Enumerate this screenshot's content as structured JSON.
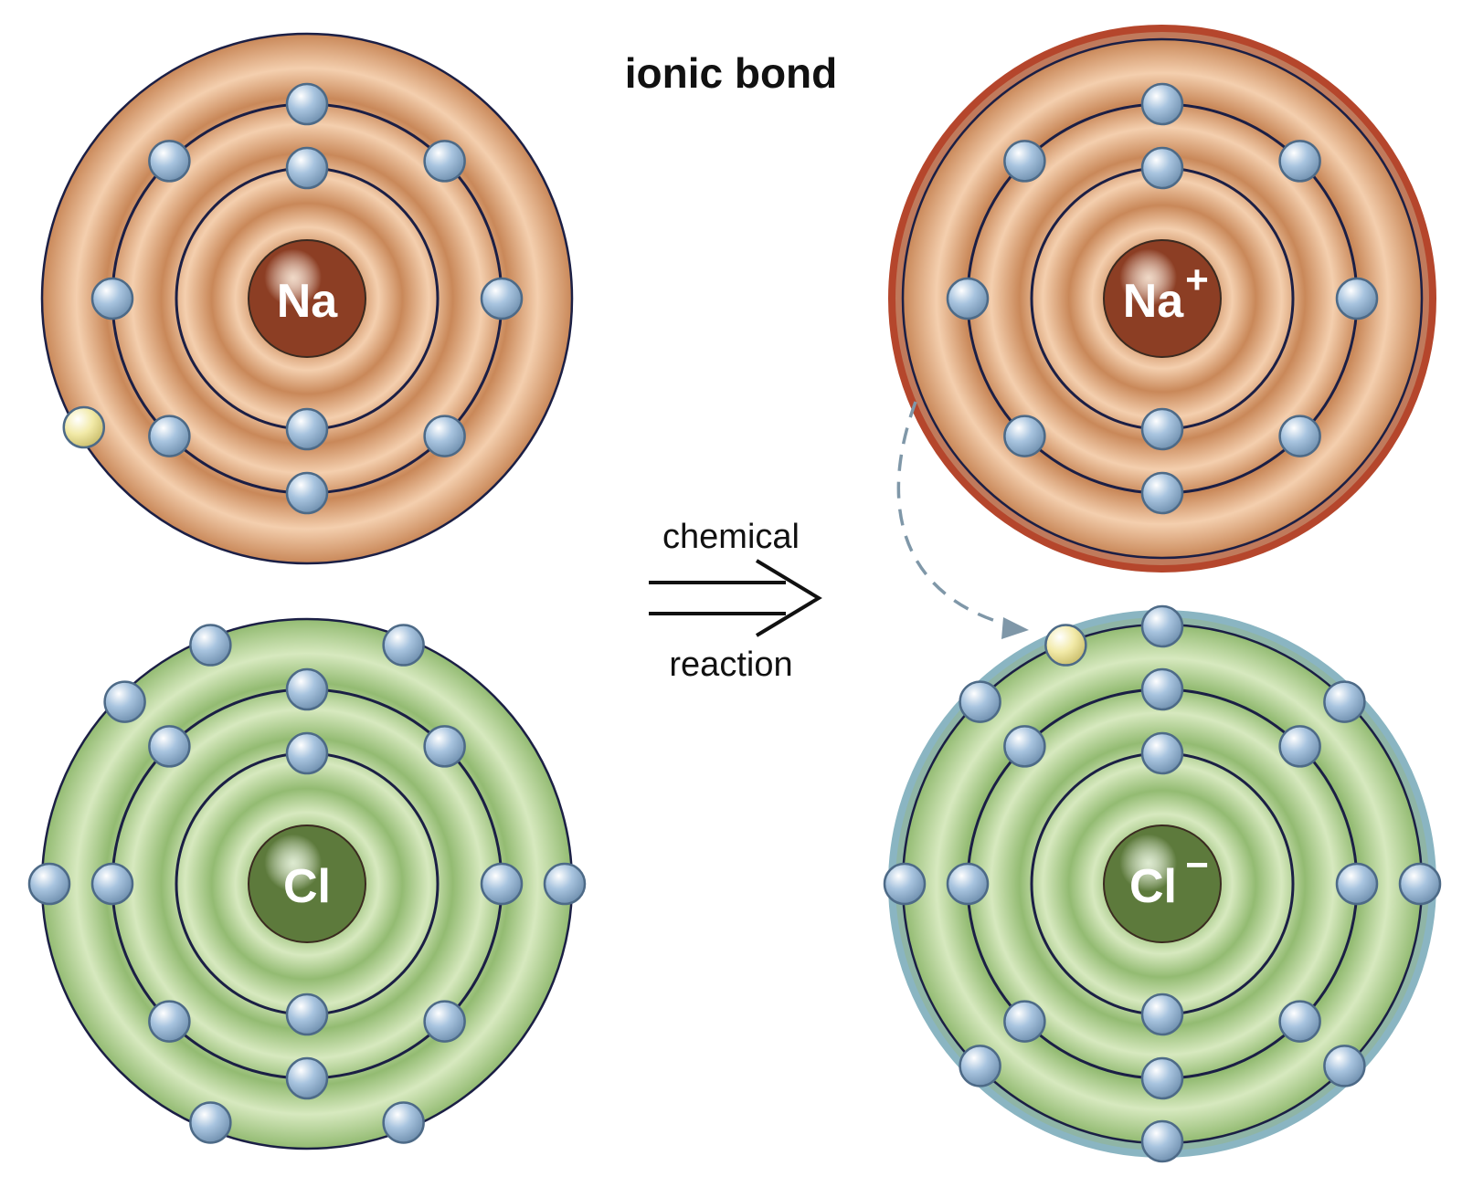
{
  "title": "ionic bond",
  "arrow": {
    "top_label": "chemical",
    "bottom_label": "reaction"
  },
  "atoms": [
    {
      "id": "na-atom",
      "symbol": "Na",
      "charge": "",
      "theme": "na",
      "shells": [
        2,
        8,
        1
      ],
      "transferred_shell": null,
      "outer_ring": false
    },
    {
      "id": "cl-atom",
      "symbol": "Cl",
      "charge": "",
      "theme": "cl",
      "shells": [
        2,
        8,
        7
      ],
      "transferred_shell": null,
      "outer_ring": false
    },
    {
      "id": "na-ion",
      "symbol": "Na",
      "charge": "+",
      "theme": "na",
      "shells": [
        2,
        8
      ],
      "transferred_shell": null,
      "outer_ring": true
    },
    {
      "id": "cl-ion",
      "symbol": "Cl",
      "charge": "−",
      "theme": "cl",
      "shells": [
        2,
        8,
        8
      ],
      "transferred_shell": 3,
      "outer_ring": true
    }
  ],
  "colors": {
    "na_light": "#f4cfae",
    "na_dark": "#c98859",
    "na_nucleus": "#8c3e24",
    "na_ring": "#b5462c",
    "cl_light": "#d7e9bf",
    "cl_dark": "#93bb72",
    "cl_nucleus": "#5d7a3c",
    "cl_ring": "#8ab5c2",
    "orbit": "#1b1f45",
    "electron": "#a8c4df",
    "transferred_electron": "#f2eaa8",
    "dashed_arrow": "#7f97a8"
  }
}
